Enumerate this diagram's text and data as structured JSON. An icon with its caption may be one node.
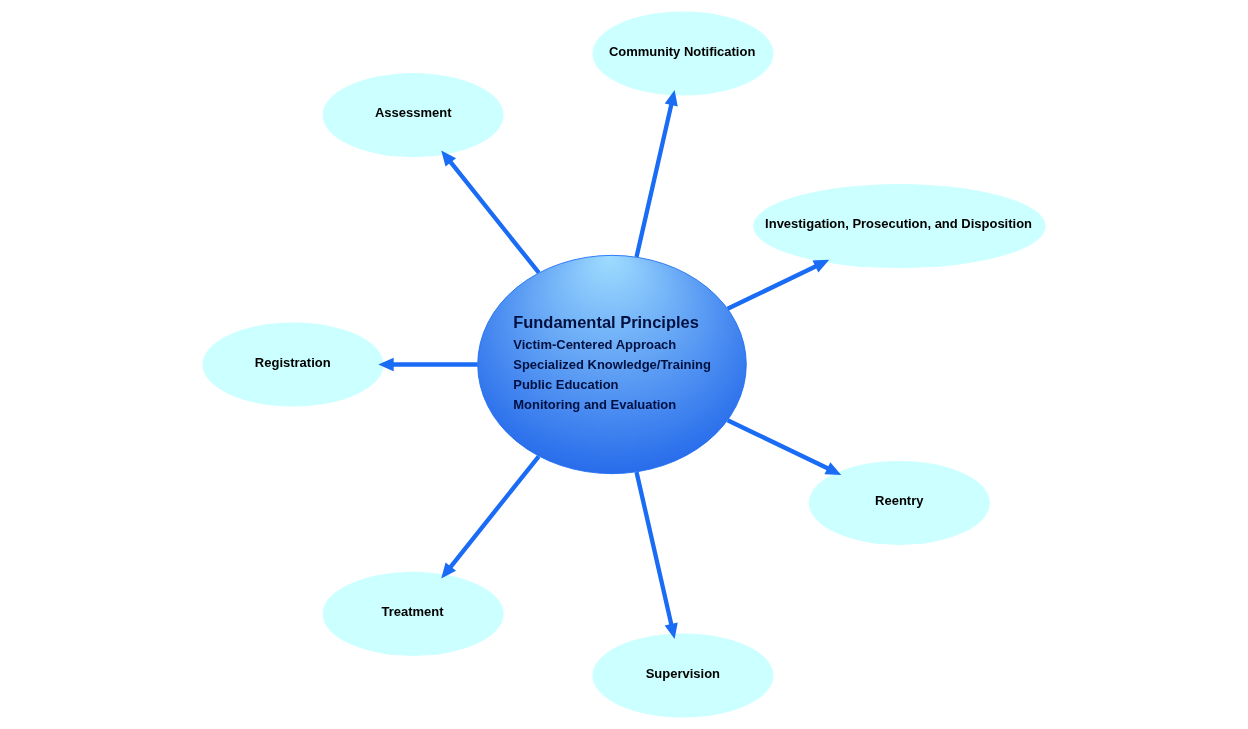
{
  "diagram": {
    "nodes": [
      {
        "text": [
          "Investigation, Prosecution, and Disposition"
        ]
      },
      {
        "text": [
          "Community Notification"
        ]
      },
      {
        "text": [
          "Assessment"
        ]
      },
      {
        "text": [
          "Fundamental Principles",
          "Victim-Centered Approach",
          "Specialized Knowledge/Training",
          "Public Education",
          "Monitoring and Evaluation"
        ]
      },
      {
        "text": [
          "Registration"
        ]
      },
      {
        "text": [
          "Treatment"
        ]
      },
      {
        "text": [
          "Supervision"
        ]
      },
      {
        "text": [
          "Reentry"
        ]
      }
    ],
    "edges": [
      {
        "from": 3,
        "to": 0,
        "arrow": "to"
      },
      {
        "from": 3,
        "to": 2,
        "arrow": "to"
      },
      {
        "from": 3,
        "to": 5,
        "arrow": "to"
      },
      {
        "from": 3,
        "to": 7,
        "arrow": "to"
      },
      {
        "from": 3,
        "to": 6,
        "arrow": "to"
      },
      {
        "from": 3,
        "to": 4,
        "arrow": "to"
      },
      {
        "from": 3,
        "to": 1,
        "arrow": "to"
      }
    ]
  }
}
